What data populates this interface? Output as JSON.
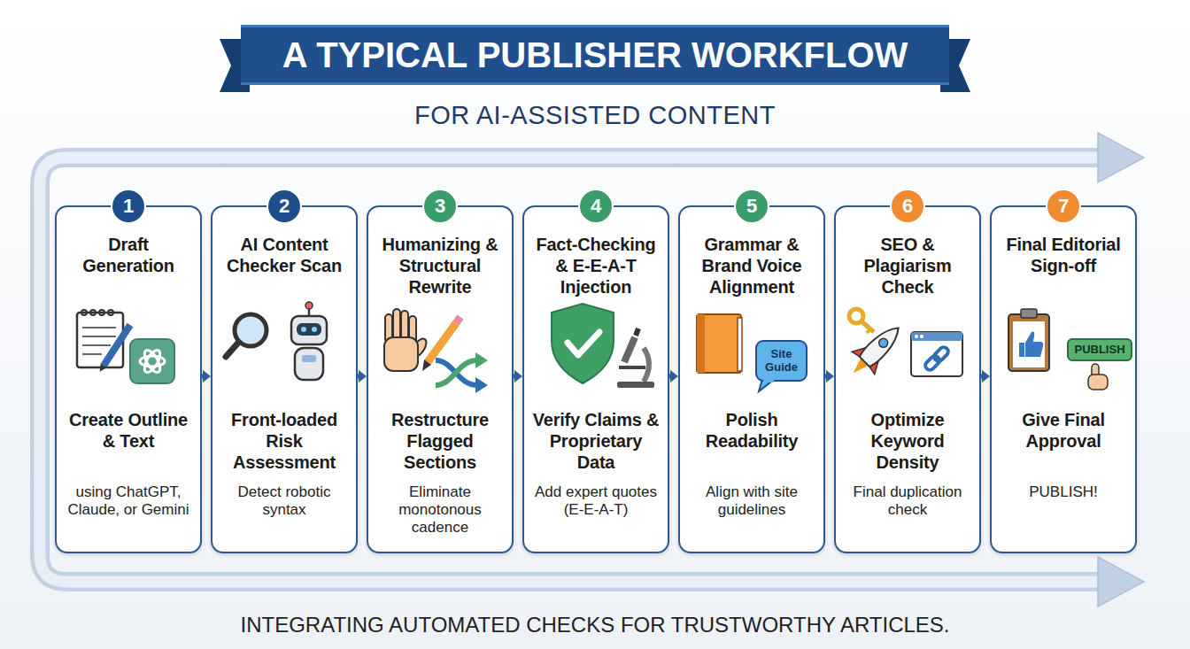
{
  "diagram": {
    "title": "A TYPICAL PUBLISHER WORKFLOW",
    "caption": "INTEGRATING AUTOMATED CHECKS FOR TRUSTWORTHY ARTICLES.",
    "nodes": [
      {
        "text": [
          "Draft Generation",
          "Create Outline & Text",
          "using ChatGPT, Claude, or Gemini"
        ]
      },
      {
        "text": [
          "1"
        ],
        "in": 0
      },
      {
        "text": [
          "AI Content Checker Scan",
          "Front-loaded Risk Assessment",
          "Detect robotic syntax"
        ]
      },
      {
        "text": [
          "2"
        ],
        "in": 2
      },
      {
        "text": [
          "Humanizing & Structural Rewrite",
          "Restructure Flagged Sections",
          "Eliminate monotonous cadence"
        ]
      },
      {
        "text": [
          "3"
        ],
        "in": 4
      },
      {
        "text": [
          "Fact-Checking & E-E-A-T Injection",
          "Verify Claims & Proprietary Data",
          "Add expert quotes (E-E-A-T)"
        ]
      },
      {
        "text": [
          "4"
        ],
        "in": 6
      },
      {
        "text": [
          "Grammar & Brand Voice Alignment",
          "Polish Readability",
          "Align with site guidelines"
        ]
      },
      {
        "text": [
          "5"
        ],
        "in": 8
      },
      {
        "text": [
          "SEO & Plagiarism Check",
          "Optimize Keyword Density",
          "Final duplication check"
        ]
      },
      {
        "text": [
          "6"
        ],
        "in": 10
      },
      {
        "text": [
          "Final Editorial Sign-off",
          "Give Final Approval",
          "PUBLISH!"
        ]
      },
      {
        "text": [
          "7"
        ],
        "in": 12
      }
    ],
    "edges": [
      {
        "from": 0,
        "to": 2,
        "arrow": "to"
      },
      {
        "from": 2,
        "to": 4,
        "arrow": "to"
      },
      {
        "from": 4,
        "to": 6,
        "arrow": "to"
      },
      {
        "from": 6,
        "to": 8,
        "arrow": "to"
      },
      {
        "from": 8,
        "to": 10,
        "arrow": "to"
      },
      {
        "from": 10,
        "to": 12,
        "arrow": "to"
      }
    ],
    "labels": [
      "FOR AI-ASSISTED CONTENT",
      "Site Guide",
      "PUBLISH"
    ]
  }
}
